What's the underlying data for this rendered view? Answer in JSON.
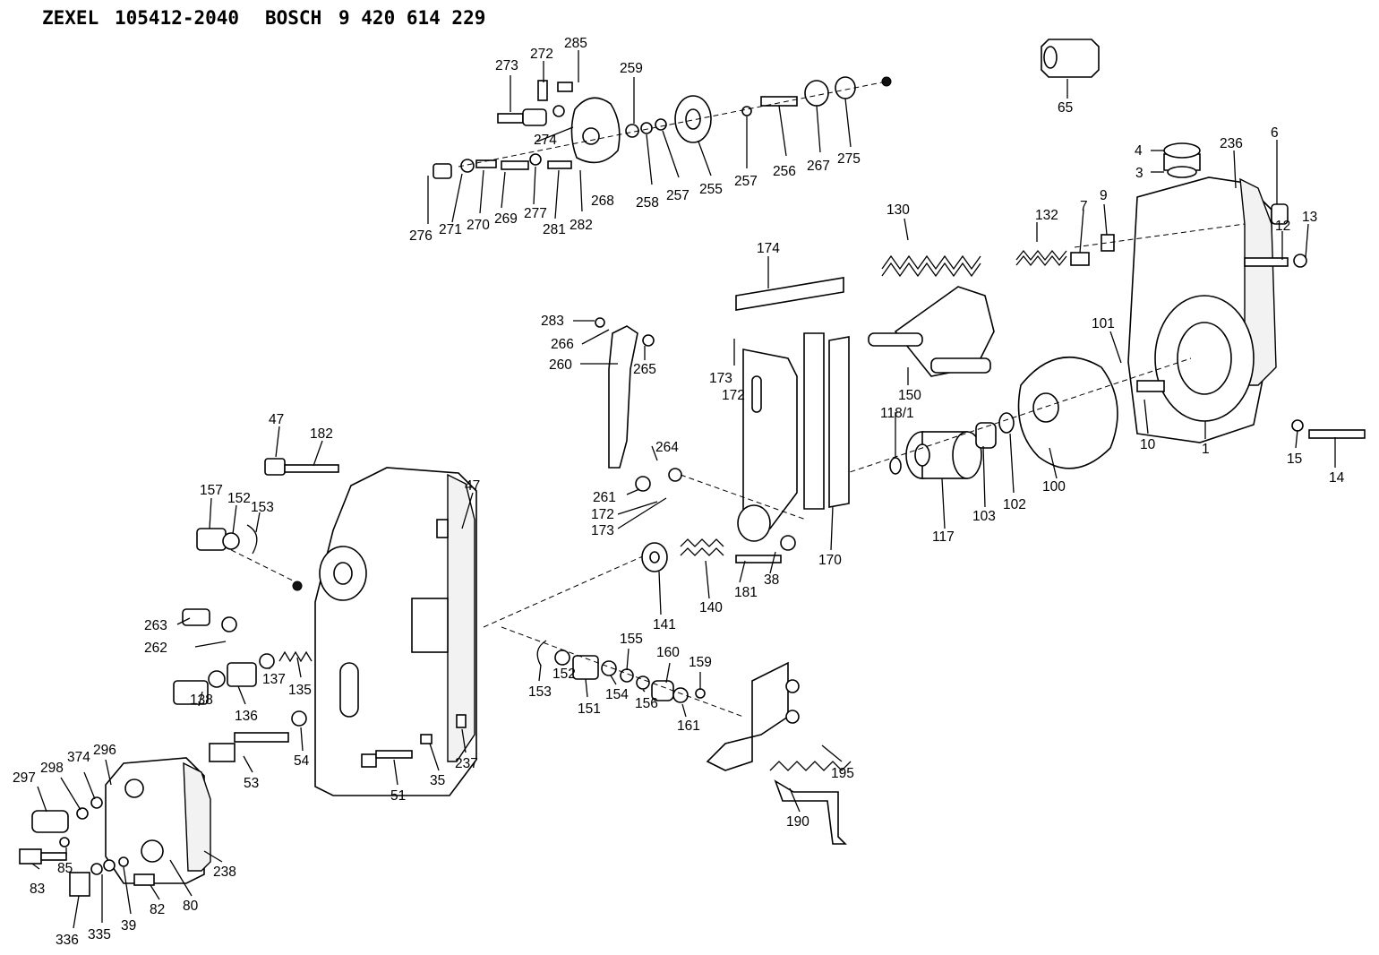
{
  "header": {
    "brand1": "ZEXEL",
    "code1": "105412-2040",
    "brand2": "BOSCH",
    "code2": "9 420 614 229"
  },
  "callouts": {
    "c273": "273",
    "c272": "272",
    "c285": "285",
    "c259": "259",
    "c274": "274",
    "c276": "276",
    "c271": "271",
    "c270": "270",
    "c269": "269",
    "c277": "277",
    "c281": "281",
    "c282": "282",
    "c268": "268",
    "c258": "258",
    "c257a": "257",
    "c255": "255",
    "c257b": "257",
    "c256": "256",
    "c267": "267",
    "c275": "275",
    "c65": "65",
    "c4": "4",
    "c3": "3",
    "c236": "236",
    "c6": "6",
    "c130": "130",
    "c132": "132",
    "c7": "7",
    "c9": "9",
    "c12": "12",
    "c13": "13",
    "c174": "174",
    "c283": "283",
    "c266": "266",
    "c265": "265",
    "c260": "260",
    "c173a": "173",
    "c172a": "172",
    "c150": "150",
    "c101": "101",
    "c118": "118/1",
    "c10": "10",
    "c1": "1",
    "c15": "15",
    "c14": "14",
    "c264": "264",
    "c261": "261",
    "c172b": "172",
    "c173b": "173",
    "c100": "100",
    "c102": "102",
    "c103": "103",
    "c117": "117",
    "c170": "170",
    "c47a": "47",
    "c182": "182",
    "c47b": "47",
    "c157": "157",
    "c152a": "152",
    "c153a": "153",
    "c141": "141",
    "c140": "140",
    "c181": "181",
    "c38": "38",
    "c263": "263",
    "c262": "262",
    "c137": "137",
    "c135": "135",
    "c138": "138",
    "c136": "136",
    "c153b": "153",
    "c152b": "152",
    "c151": "151",
    "c155": "155",
    "c154": "154",
    "c160": "160",
    "c156": "156",
    "c159": "159",
    "c161": "161",
    "c53": "53",
    "c54": "54",
    "c51": "51",
    "c35": "35",
    "c237": "237",
    "c297": "297",
    "c298": "298",
    "c374": "374",
    "c296": "296",
    "c85": "85",
    "c83": "83",
    "c336": "336",
    "c335": "335",
    "c39": "39",
    "c82": "82",
    "c80": "80",
    "c238": "238",
    "c195": "195",
    "c190": "190"
  }
}
